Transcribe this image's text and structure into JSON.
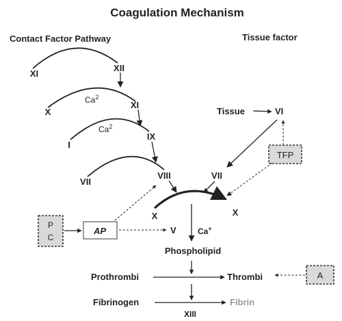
{
  "title": "Coagulation Mechanism",
  "headers": {
    "contact": "Contact Factor Pathway",
    "tissue": "Tissue factor"
  },
  "factors": {
    "xi_a": "XI",
    "xii": "XII",
    "x_a": "X",
    "xi_b": "XI",
    "ca2_a_base": "Ca",
    "ca2_a_sup": "2",
    "i": "I",
    "ix": "IX",
    "ca2_b_base": "Ca",
    "ca2_b_sup": "2",
    "vii_a": "VII",
    "viii": "VIII",
    "tissue": "Tissue",
    "vi": "VI",
    "vii_b": "VII",
    "x_b": "X",
    "x_c": "X",
    "v": "V",
    "ca_plus_base": "Ca",
    "ca_plus_sup": "+"
  },
  "boxes": {
    "tfp": "TFP",
    "pc_line1": "P",
    "pc_line2": "C",
    "ap": "AP",
    "a": "A"
  },
  "cascade": {
    "phospholipid": "Phospholipid",
    "prothrombi": "Prothrombi",
    "thrombi": "Thrombi",
    "fibrinogen": "Fibrinogen",
    "fibrin": "Fibrin",
    "xiii": "XIII"
  },
  "colors": {
    "ink": "#222222",
    "box_fill": "#d9d9d9",
    "fibrin": "#9a9a9a"
  }
}
